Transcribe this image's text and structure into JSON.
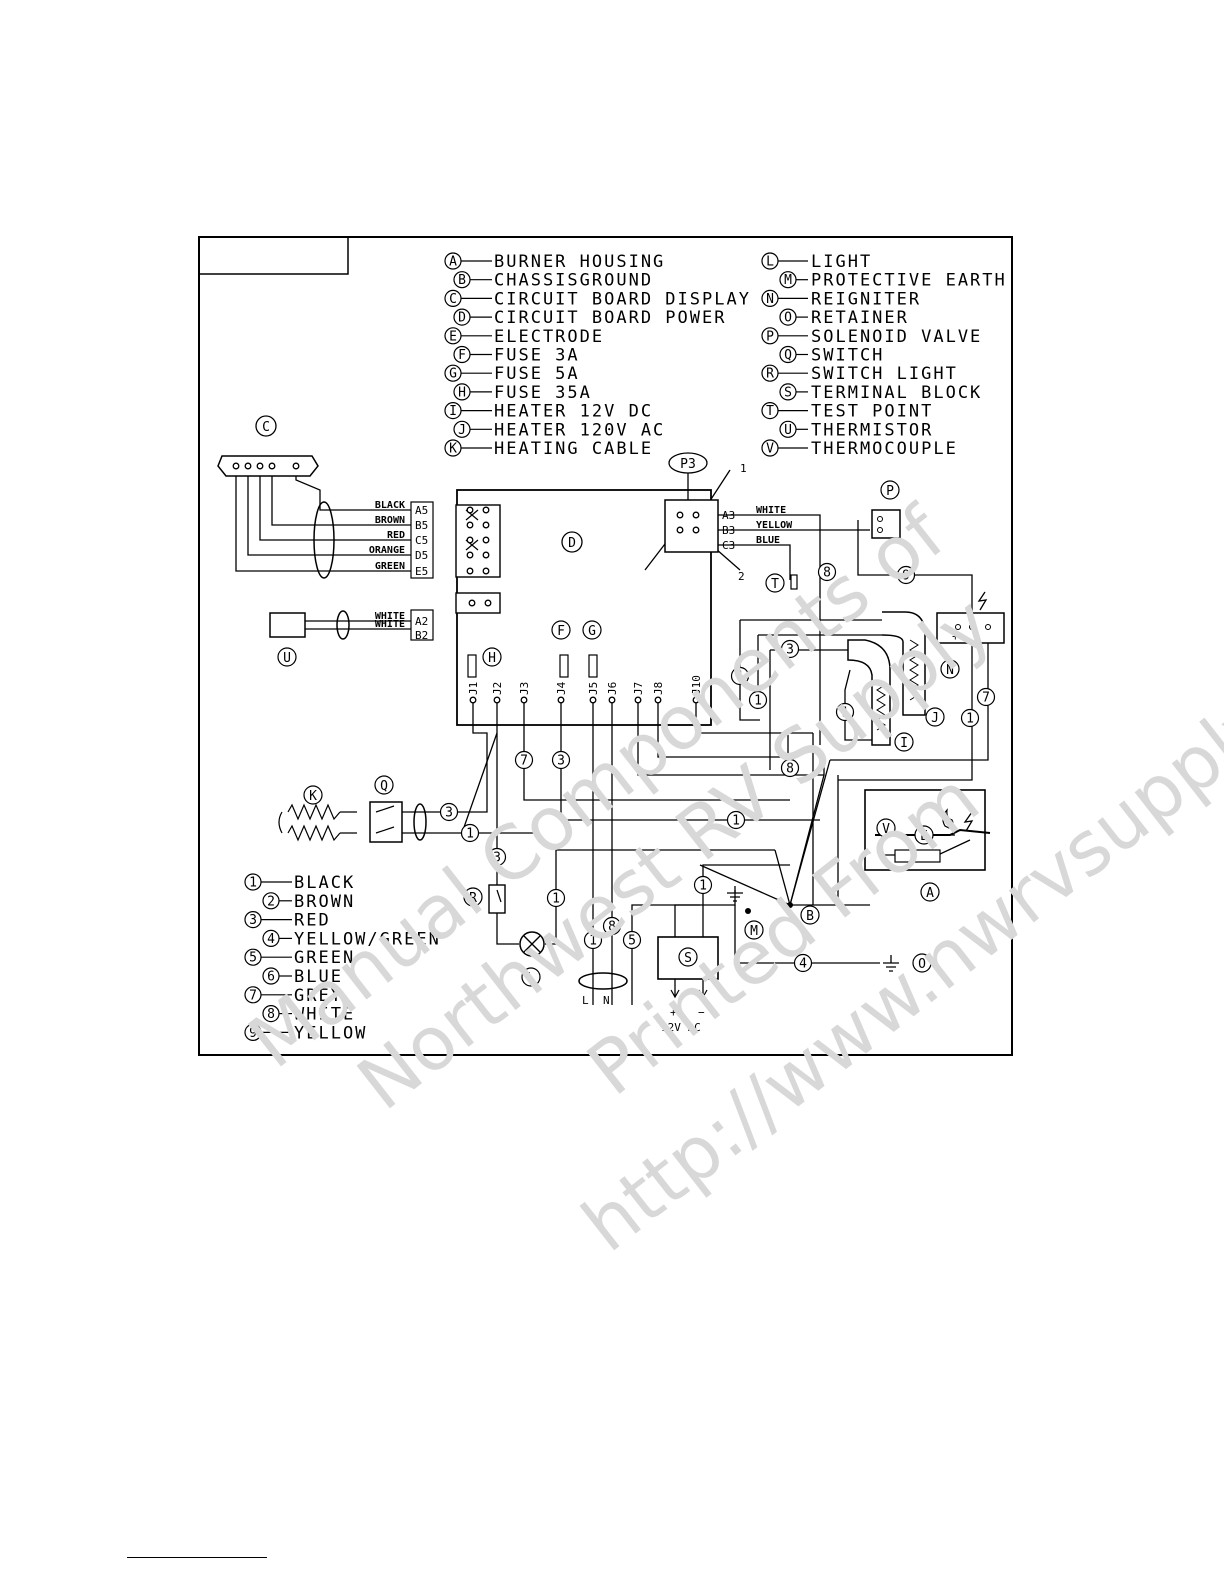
{
  "component_legend": [
    {
      "code": "A",
      "name": "BURNER HOUSING"
    },
    {
      "code": "B",
      "name": "CHASSISGROUND"
    },
    {
      "code": "C",
      "name": "CIRCUIT BOARD DISPLAY"
    },
    {
      "code": "D",
      "name": "CIRCUIT BOARD POWER"
    },
    {
      "code": "E",
      "name": "ELECTRODE"
    },
    {
      "code": "F",
      "name": "FUSE 3A"
    },
    {
      "code": "G",
      "name": "FUSE 5A"
    },
    {
      "code": "H",
      "name": "FUSE 35A"
    },
    {
      "code": "I",
      "name": "HEATER 12V DC"
    },
    {
      "code": "J",
      "name": "HEATER 120V AC"
    },
    {
      "code": "K",
      "name": "HEATING CABLE"
    },
    {
      "code": "L",
      "name": "LIGHT"
    },
    {
      "code": "M",
      "name": "PROTECTIVE EARTH"
    },
    {
      "code": "N",
      "name": "REIGNITER"
    },
    {
      "code": "O",
      "name": "RETAINER"
    },
    {
      "code": "P",
      "name": "SOLENOID VALVE"
    },
    {
      "code": "Q",
      "name": "SWITCH"
    },
    {
      "code": "R",
      "name": "SWITCH LIGHT"
    },
    {
      "code": "S",
      "name": "TERMINAL BLOCK"
    },
    {
      "code": "T",
      "name": "TEST POINT"
    },
    {
      "code": "U",
      "name": "THERMISTOR"
    },
    {
      "code": "V",
      "name": "THERMOCOUPLE"
    }
  ],
  "wire_legend": [
    {
      "num": "1",
      "color": "BLACK"
    },
    {
      "num": "2",
      "color": "BROWN"
    },
    {
      "num": "3",
      "color": "RED"
    },
    {
      "num": "4",
      "color": "YELLOW/GREEN"
    },
    {
      "num": "5",
      "color": "GREEN"
    },
    {
      "num": "6",
      "color": "BLUE"
    },
    {
      "num": "7",
      "color": "GREY"
    },
    {
      "num": "8",
      "color": "WHITE"
    },
    {
      "num": "9",
      "color": "YELLOW"
    }
  ],
  "display_connector": {
    "wires": [
      "BLACK",
      "BROWN",
      "RED",
      "ORANGE",
      "GREEN"
    ],
    "pins": [
      "A5",
      "B5",
      "C5",
      "D5",
      "E5"
    ]
  },
  "thermistor_connector": {
    "wires": [
      "WHITE",
      "WHITE"
    ],
    "pins": [
      "A2",
      "B2"
    ]
  },
  "p3_connector": {
    "label": "P3",
    "wires": [
      "WHITE",
      "YELLOW",
      "BLUE"
    ],
    "pins": [
      "A3",
      "B3",
      "C3"
    ],
    "marks": [
      "1",
      "2"
    ]
  },
  "board_jacks": [
    "J1",
    "J2",
    "J3",
    "J4",
    "J5",
    "J6",
    "J7",
    "J8",
    "J10"
  ],
  "supply_labels": {
    "line": "L",
    "neutral": "N",
    "plus": "+",
    "minus": "−",
    "dc": "12V DC"
  },
  "reigniter_labels": {
    "plus": "+",
    "minus": "−"
  },
  "watermark": [
    "Manual Components of",
    "Northwest RV Supply",
    "Printed From",
    "http://www.nwrvsupply.com"
  ]
}
